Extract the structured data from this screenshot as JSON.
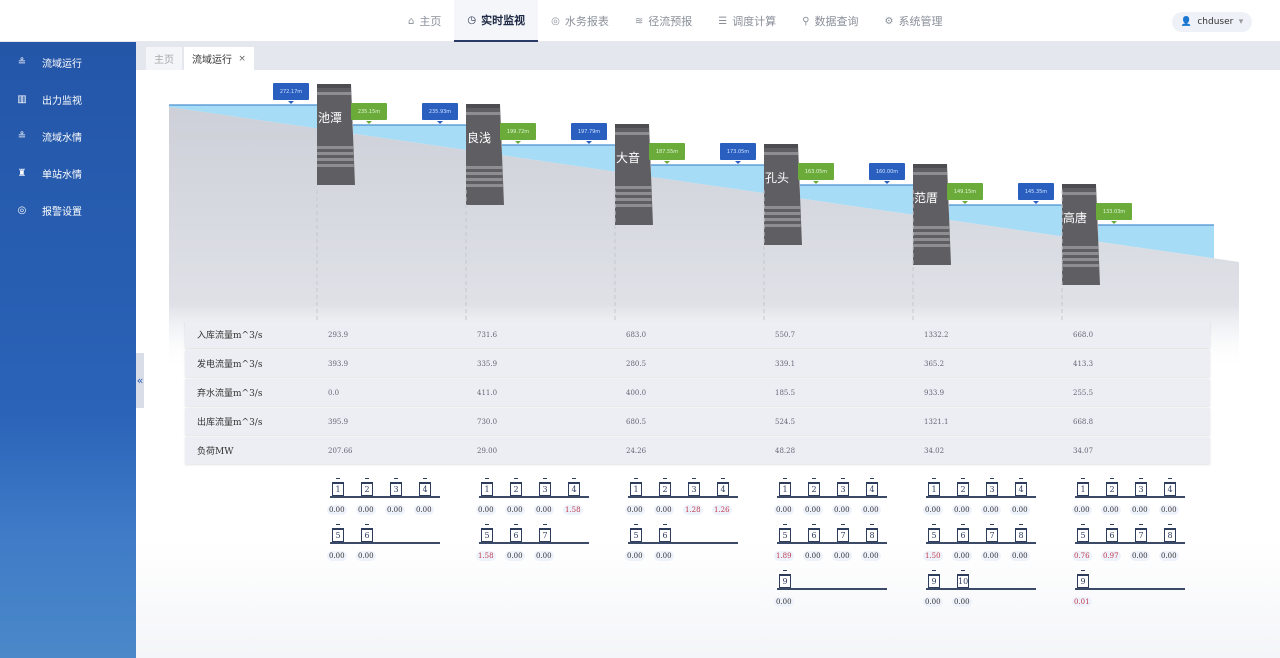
{
  "topnav": {
    "items": [
      {
        "icon": "home-icon",
        "label": "主页"
      },
      {
        "icon": "monitor-icon",
        "label": "实时监视",
        "active": true
      },
      {
        "icon": "report-icon",
        "label": "水务报表"
      },
      {
        "icon": "wave-icon",
        "label": "径流预报"
      },
      {
        "icon": "sliders-icon",
        "label": "调度计算"
      },
      {
        "icon": "search-icon",
        "label": "数据查询"
      },
      {
        "icon": "gear-icon",
        "label": "系统管理"
      }
    ],
    "user": "chduser"
  },
  "sidebar": {
    "items": [
      {
        "label": "流域运行",
        "icon": "basin-icon"
      },
      {
        "label": "出力监视",
        "icon": "chart-icon"
      },
      {
        "label": "流域水情",
        "icon": "basin-icon"
      },
      {
        "label": "单站水情",
        "icon": "station-icon"
      },
      {
        "label": "报警设置",
        "icon": "alarm-icon"
      }
    ]
  },
  "tabs": [
    {
      "label": "主页"
    },
    {
      "label": "流域运行",
      "close": "×"
    }
  ],
  "collapse_label": "«",
  "colors": {
    "up": "#2a5fc0",
    "down": "#6aab3a",
    "water": "#a6dcf5",
    "ground": "#d3d5dd",
    "dam": "#5f5f63",
    "active_unit": "#c0394b"
  },
  "row_labels": [
    "入库流量m^3/s",
    "发电流量m^3/s",
    "弃水流量m^3/s",
    "出库流量m^3/s",
    "负荷MW"
  ],
  "stations": [
    {
      "name": "池潭",
      "up_level": "272.17m",
      "down_level": "235.15m",
      "values": [
        "293.9",
        "393.9",
        "0.0",
        "395.9",
        "207.66"
      ],
      "units": [
        [
          [
            "1",
            "0.00"
          ],
          [
            "2",
            "0.00"
          ],
          [
            "3",
            "0.00"
          ],
          [
            "4",
            "0.00"
          ]
        ],
        [
          [
            "5",
            "0.00"
          ],
          [
            "6",
            "0.00"
          ]
        ]
      ]
    },
    {
      "name": "良浅",
      "up_level": "235.93m",
      "down_level": "199.72m",
      "values": [
        "731.6",
        "335.9",
        "411.0",
        "730.0",
        "29.00"
      ],
      "units": [
        [
          [
            "1",
            "0.00"
          ],
          [
            "2",
            "0.00"
          ],
          [
            "3",
            "0.00"
          ],
          [
            "4",
            "1.58"
          ]
        ],
        [
          [
            "5",
            "1.58"
          ],
          [
            "6",
            "0.00"
          ],
          [
            "7",
            "0.00"
          ]
        ]
      ]
    },
    {
      "name": "大音",
      "up_level": "197.79m",
      "down_level": "187.55m",
      "values": [
        "683.0",
        "280.5",
        "400.0",
        "680.5",
        "24.26"
      ],
      "units": [
        [
          [
            "1",
            "0.00"
          ],
          [
            "2",
            "0.00"
          ],
          [
            "3",
            "1.28"
          ],
          [
            "4",
            "1.26"
          ]
        ],
        [
          [
            "5",
            "0.00"
          ],
          [
            "6",
            "0.00"
          ]
        ]
      ]
    },
    {
      "name": "孔头",
      "up_level": "173.05m",
      "down_level": "163.05m",
      "values": [
        "550.7",
        "339.1",
        "185.5",
        "524.5",
        "48.28"
      ],
      "units": [
        [
          [
            "1",
            "0.00"
          ],
          [
            "2",
            "0.00"
          ],
          [
            "3",
            "0.00"
          ],
          [
            "4",
            "0.00"
          ]
        ],
        [
          [
            "5",
            "1.89"
          ],
          [
            "6",
            "0.00"
          ],
          [
            "7",
            "0.00"
          ],
          [
            "8",
            "0.00"
          ]
        ],
        [
          [
            "9",
            "0.00"
          ]
        ]
      ]
    },
    {
      "name": "范厝",
      "up_level": "160.00m",
      "down_level": "149.15m",
      "values": [
        "1332.2",
        "365.2",
        "933.9",
        "1321.1",
        "34.02"
      ],
      "units": [
        [
          [
            "1",
            "0.00"
          ],
          [
            "2",
            "0.00"
          ],
          [
            "3",
            "0.00"
          ],
          [
            "4",
            "0.00"
          ]
        ],
        [
          [
            "5",
            "1.50"
          ],
          [
            "6",
            "0.00"
          ],
          [
            "7",
            "0.00"
          ],
          [
            "8",
            "0.00"
          ]
        ],
        [
          [
            "9",
            "0.00"
          ],
          [
            "10",
            "0.00"
          ]
        ]
      ]
    },
    {
      "name": "高唐",
      "up_level": "145.35m",
      "down_level": "133.03m",
      "values": [
        "668.0",
        "413.3",
        "255.5",
        "668.8",
        "34.07"
      ],
      "units": [
        [
          [
            "1",
            "0.00"
          ],
          [
            "2",
            "0.00"
          ],
          [
            "3",
            "0.00"
          ],
          [
            "4",
            "0.00"
          ]
        ],
        [
          [
            "5",
            "0.76"
          ],
          [
            "6",
            "0.97"
          ],
          [
            "7",
            "0.00"
          ],
          [
            "8",
            "0.00"
          ]
        ],
        [
          [
            "9",
            "0.01"
          ]
        ]
      ]
    }
  ]
}
